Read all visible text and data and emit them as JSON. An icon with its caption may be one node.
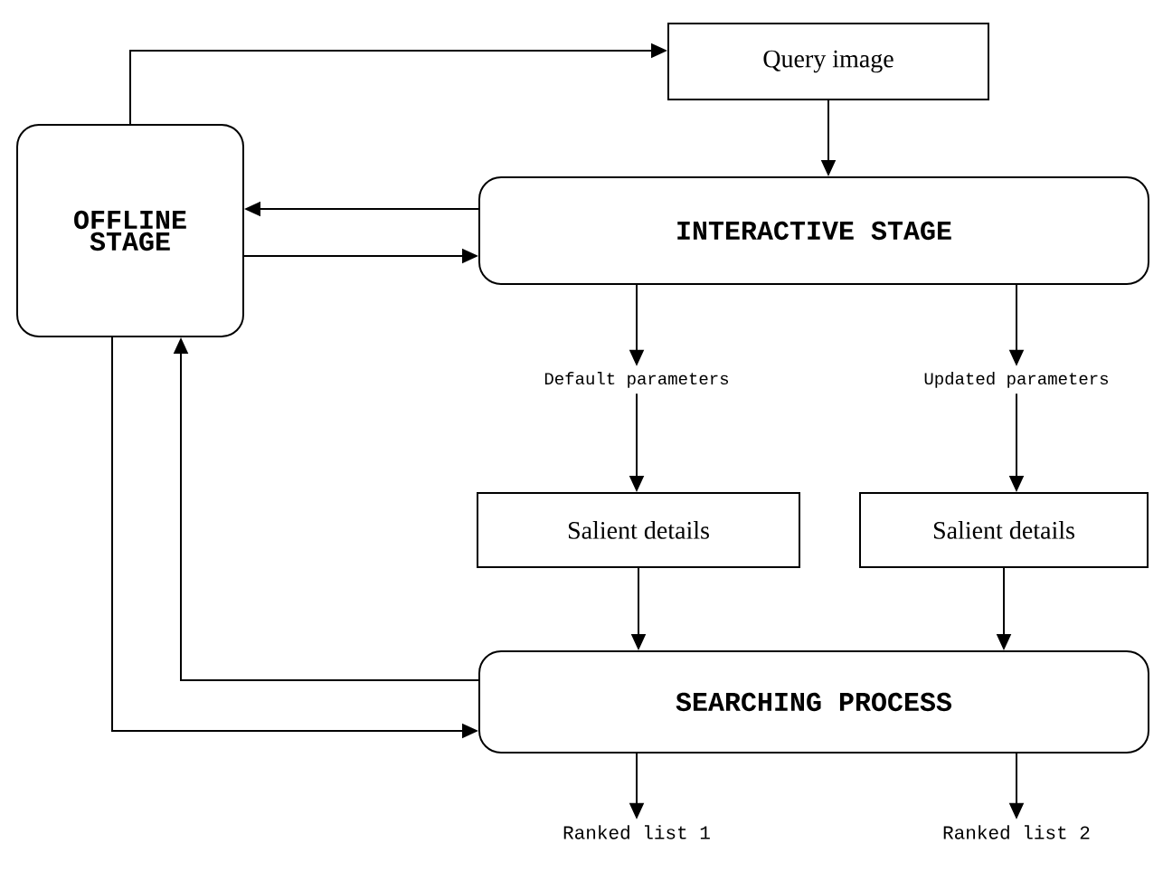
{
  "diagram": {
    "nodes": [
      {
        "text": [
          "Query image"
        ]
      },
      {
        "text": [
          "OFFLINE STAGE"
        ]
      },
      {
        "text": [
          "INTERACTIVE STAGE"
        ]
      },
      {
        "text": [
          "Default parameters"
        ]
      },
      {
        "text": [
          "Updated parameters"
        ]
      },
      {
        "text": [
          "Salient details"
        ]
      },
      {
        "text": [
          "Salient details"
        ]
      },
      {
        "text": [
          "SEARCHING PROCESS"
        ]
      },
      {
        "text": [
          "Ranked list 1"
        ]
      },
      {
        "text": [
          "Ranked list 2"
        ]
      }
    ],
    "edges": [
      {
        "from": 1,
        "to": 0,
        "arrow": "to"
      },
      {
        "from": 0,
        "to": 2,
        "arrow": "to"
      },
      {
        "from": 2,
        "to": 1,
        "arrow": "to"
      },
      {
        "from": 1,
        "to": 2,
        "arrow": "to"
      },
      {
        "from": 2,
        "to": 3,
        "arrow": "to"
      },
      {
        "from": 2,
        "to": 4,
        "arrow": "to"
      },
      {
        "from": 3,
        "to": 5,
        "arrow": "to"
      },
      {
        "from": 4,
        "to": 6,
        "arrow": "to"
      },
      {
        "from": 5,
        "to": 7,
        "arrow": "to"
      },
      {
        "from": 6,
        "to": 7,
        "arrow": "to"
      },
      {
        "from": 7,
        "to": 1,
        "arrow": "to"
      },
      {
        "from": 1,
        "to": 7,
        "arrow": "to"
      },
      {
        "from": 7,
        "to": 8,
        "arrow": "to"
      },
      {
        "from": 7,
        "to": 9,
        "arrow": "to"
      }
    ]
  }
}
